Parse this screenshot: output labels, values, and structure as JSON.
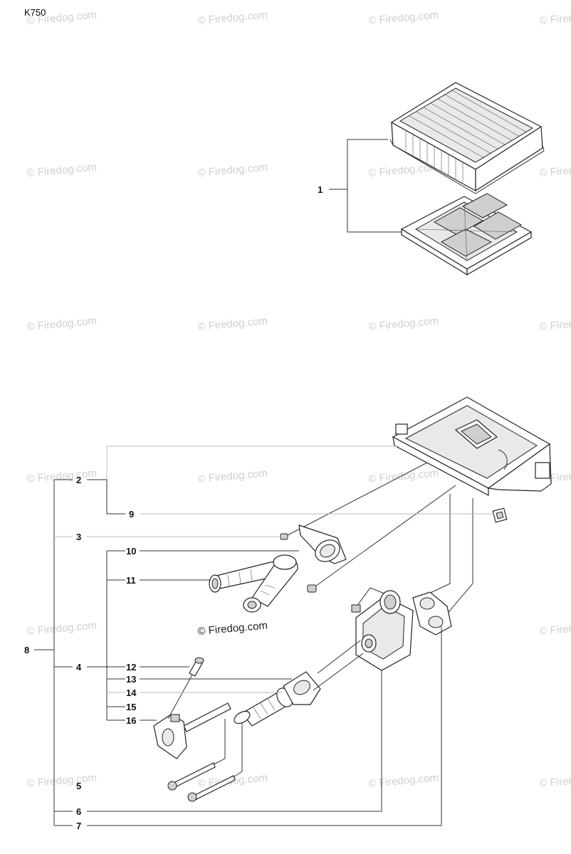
{
  "model_label": "K750",
  "watermark_text": "© Firedog.com",
  "callouts": {
    "n1": "1",
    "n2": "2",
    "n3": "3",
    "n4": "4",
    "n5": "5",
    "n6": "6",
    "n7": "7",
    "n8": "8",
    "n9": "9",
    "n10": "10",
    "n11": "11",
    "n12": "12",
    "n13": "13",
    "n14": "14",
    "n15": "15",
    "n16": "16"
  },
  "colors": {
    "line": "#333333",
    "watermark": "#cfcfcf",
    "background": "#ffffff"
  }
}
